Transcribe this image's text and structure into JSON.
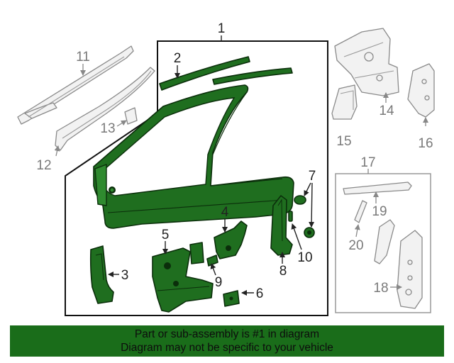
{
  "callouts": {
    "c1": "1",
    "c2": "2",
    "c3": "3",
    "c4": "4",
    "c5": "5",
    "c6": "6",
    "c7": "7",
    "c8": "8",
    "c9": "9",
    "c10": "10",
    "c11": "11",
    "c12": "12",
    "c13": "13",
    "c14": "14",
    "c15": "15",
    "c16": "16",
    "c17": "17",
    "c18": "18",
    "c19": "19",
    "c20": "20"
  },
  "footer": {
    "line1": "Part or sub-assembly is #1 in diagram",
    "line2": "Diagram may not be specific to your vehicle"
  },
  "colors": {
    "part_green": "#1f6e1f",
    "banner_green": "#1a6d1a",
    "ghost_gray": "#8a8a8a"
  }
}
